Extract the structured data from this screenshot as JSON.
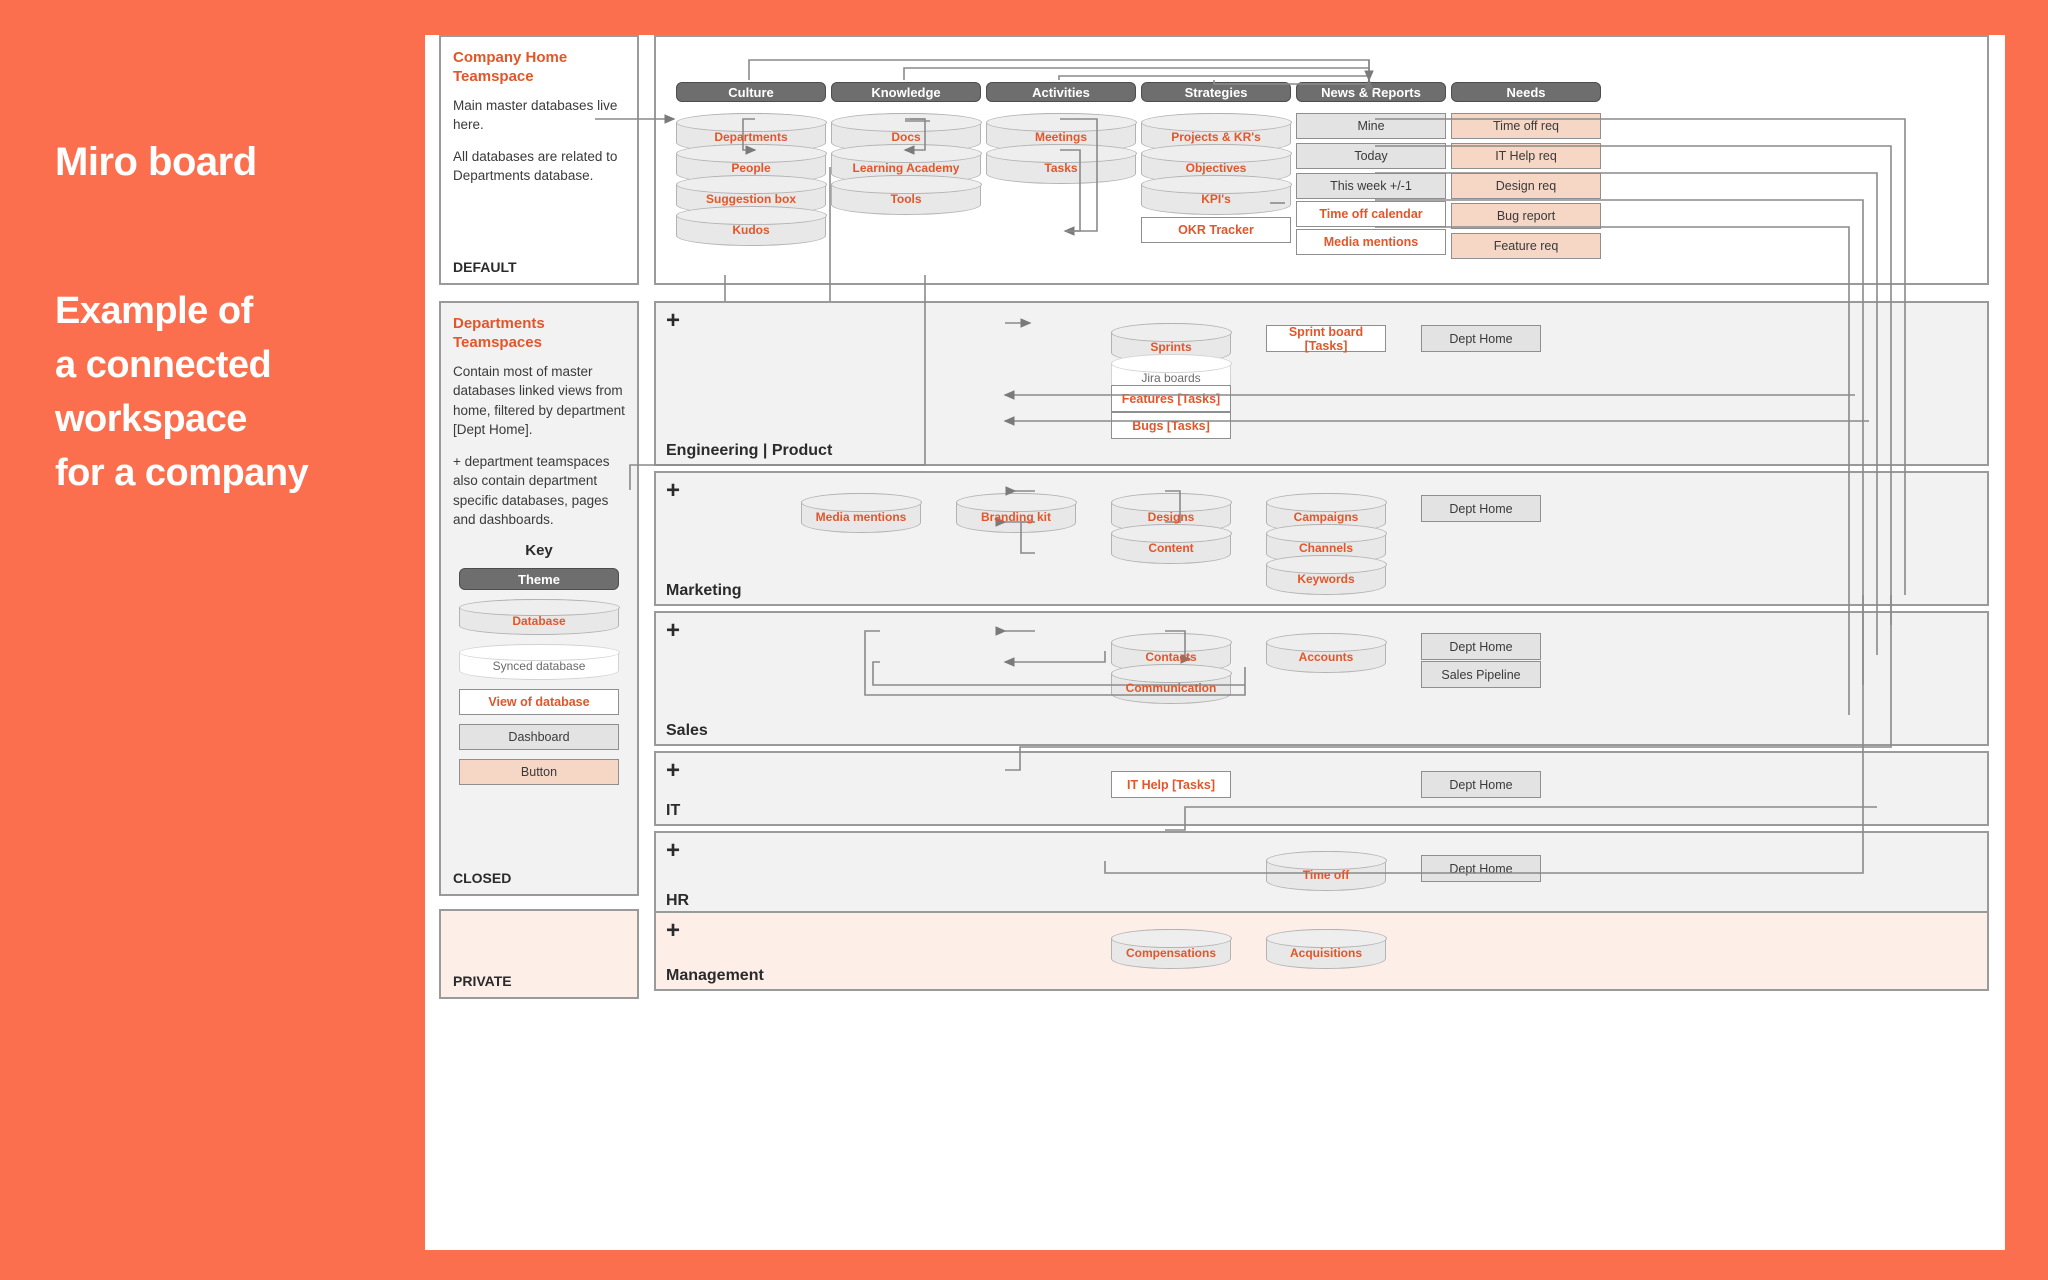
{
  "title": {
    "heading": "Miro board",
    "subheading": "Example of\na connected\nworkspace\nfor a company"
  },
  "side_panels": [
    {
      "id": "company-home",
      "title": "Company Home\nTeamspace",
      "paragraphs": [
        "Main master databases live here.",
        "All databases are related to Departments database."
      ],
      "footer": "DEFAULT"
    },
    {
      "id": "departments-teamspaces",
      "title": "Departments\nTeamspaces",
      "paragraphs": [
        "Contain most of master databases linked views from home, filtered by department [Dept Home].",
        "+ department teamspaces also contain department specific databases, pages and dashboards."
      ],
      "footer": "CLOSED"
    },
    {
      "id": "private",
      "title": "",
      "paragraphs": [],
      "footer": "PRIVATE"
    }
  ],
  "key": {
    "heading": "Key",
    "items": [
      {
        "label": "Theme",
        "type": "theme"
      },
      {
        "label": "Database",
        "type": "database"
      },
      {
        "label": "Synced database",
        "type": "synced"
      },
      {
        "label": "View of database",
        "type": "view"
      },
      {
        "label": "Dashboard",
        "type": "dashboard"
      },
      {
        "label": "Button",
        "type": "button"
      }
    ]
  },
  "top_section": {
    "columns": [
      {
        "theme": "Culture",
        "nodes": [
          {
            "label": "Departments",
            "type": "database"
          },
          {
            "label": "People",
            "type": "database"
          },
          {
            "label": "Suggestion box",
            "type": "database"
          },
          {
            "label": "Kudos",
            "type": "database"
          }
        ]
      },
      {
        "theme": "Knowledge",
        "nodes": [
          {
            "label": "Docs",
            "type": "database"
          },
          {
            "label": "Learning Academy",
            "type": "database"
          },
          {
            "label": "Tools",
            "type": "database"
          }
        ]
      },
      {
        "theme": "Activities",
        "nodes": [
          {
            "label": "Meetings",
            "type": "database"
          },
          {
            "label": "Tasks",
            "type": "database"
          }
        ]
      },
      {
        "theme": "Strategies",
        "nodes": [
          {
            "label": "Projects & KR's",
            "type": "database"
          },
          {
            "label": "Objectives",
            "type": "database"
          },
          {
            "label": "KPI's",
            "type": "database"
          },
          {
            "label": "OKR Tracker",
            "type": "view"
          }
        ]
      },
      {
        "theme": "News & Reports",
        "nodes": [
          {
            "label": "Mine",
            "type": "dashboard"
          },
          {
            "label": "Today",
            "type": "dashboard"
          },
          {
            "label": "This week +/-1",
            "type": "dashboard"
          },
          {
            "label": "Time off calendar",
            "type": "view"
          },
          {
            "label": "Media mentions",
            "type": "view"
          }
        ]
      },
      {
        "theme": "Needs",
        "nodes": [
          {
            "label": "Time off req",
            "type": "button"
          },
          {
            "label": "IT Help req",
            "type": "button"
          },
          {
            "label": "Design req",
            "type": "button"
          },
          {
            "label": "Bug report",
            "type": "button"
          },
          {
            "label": "Feature req",
            "type": "button"
          }
        ]
      }
    ]
  },
  "departments": [
    {
      "caption": "Engineering | Product",
      "plus": "+",
      "pink": false,
      "nodes": [
        {
          "label": "Sprints",
          "type": "database",
          "col": 3,
          "row": 0
        },
        {
          "label": "Jira boards",
          "type": "synced",
          "col": 3,
          "row": 1
        },
        {
          "label": "Features [Tasks]",
          "type": "view",
          "col": 3,
          "row": 2
        },
        {
          "label": "Bugs [Tasks]",
          "type": "view",
          "col": 3,
          "row": 3
        },
        {
          "label": "Sprint board [Tasks]",
          "type": "view",
          "col": 4,
          "row": 0
        },
        {
          "label": "Dept Home",
          "type": "dashboard",
          "col": 5,
          "row": 0
        }
      ]
    },
    {
      "caption": "Marketing",
      "plus": "+",
      "pink": false,
      "nodes": [
        {
          "label": "Media mentions",
          "type": "database",
          "col": 0,
          "row": 0
        },
        {
          "label": "Branding kit",
          "type": "database",
          "col": 1,
          "row": 0
        },
        {
          "label": "Designs",
          "type": "database",
          "col": 3,
          "row": 0
        },
        {
          "label": "Content",
          "type": "database",
          "col": 3,
          "row": 1
        },
        {
          "label": "Campaigns",
          "type": "database",
          "col": 4,
          "row": 0
        },
        {
          "label": "Channels",
          "type": "database",
          "col": 4,
          "row": 1
        },
        {
          "label": "Keywords",
          "type": "database",
          "col": 4,
          "row": 2
        },
        {
          "label": "Dept Home",
          "type": "dashboard",
          "col": 5,
          "row": 0
        }
      ]
    },
    {
      "caption": "Sales",
      "plus": "+",
      "pink": false,
      "nodes": [
        {
          "label": "Contacts",
          "type": "database",
          "col": 3,
          "row": 0
        },
        {
          "label": "Communication",
          "type": "database",
          "col": 3,
          "row": 1
        },
        {
          "label": "Accounts",
          "type": "database",
          "col": 4,
          "row": 0
        },
        {
          "label": "Dept Home",
          "type": "dashboard",
          "col": 5,
          "row": 0
        },
        {
          "label": "Sales Pipeline",
          "type": "dashboard",
          "col": 5,
          "row": 1
        }
      ]
    },
    {
      "caption": "IT",
      "plus": "+",
      "pink": false,
      "nodes": [
        {
          "label": "IT Help [Tasks]",
          "type": "view",
          "col": 3,
          "row": 0
        },
        {
          "label": "Dept Home",
          "type": "dashboard",
          "col": 5,
          "row": 0
        }
      ]
    },
    {
      "caption": "HR",
      "plus": "+",
      "pink": false,
      "nodes": [
        {
          "label": "Time off",
          "type": "database",
          "col": 4,
          "row": 0
        },
        {
          "label": "Dept Home",
          "type": "dashboard",
          "col": 5,
          "row": 0
        }
      ]
    },
    {
      "caption": "Management",
      "plus": "+",
      "pink": true,
      "nodes": [
        {
          "label": "Compensations",
          "type": "database",
          "col": 3,
          "row": 0
        },
        {
          "label": "Acquisitions",
          "type": "database",
          "col": 4,
          "row": 0
        }
      ]
    }
  ],
  "colors": {
    "brand_orange": "#fb6f4e",
    "accent_text": "#e2562a",
    "theme_fill": "#6e6e6e",
    "database_fill": "#e8e8e8",
    "button_fill": "#f6d6c5",
    "dashboard_fill": "#e3e3e3",
    "panel_fill": "#f2f2f2",
    "private_fill": "#fdeee8",
    "wire": "#8a8a8a"
  }
}
